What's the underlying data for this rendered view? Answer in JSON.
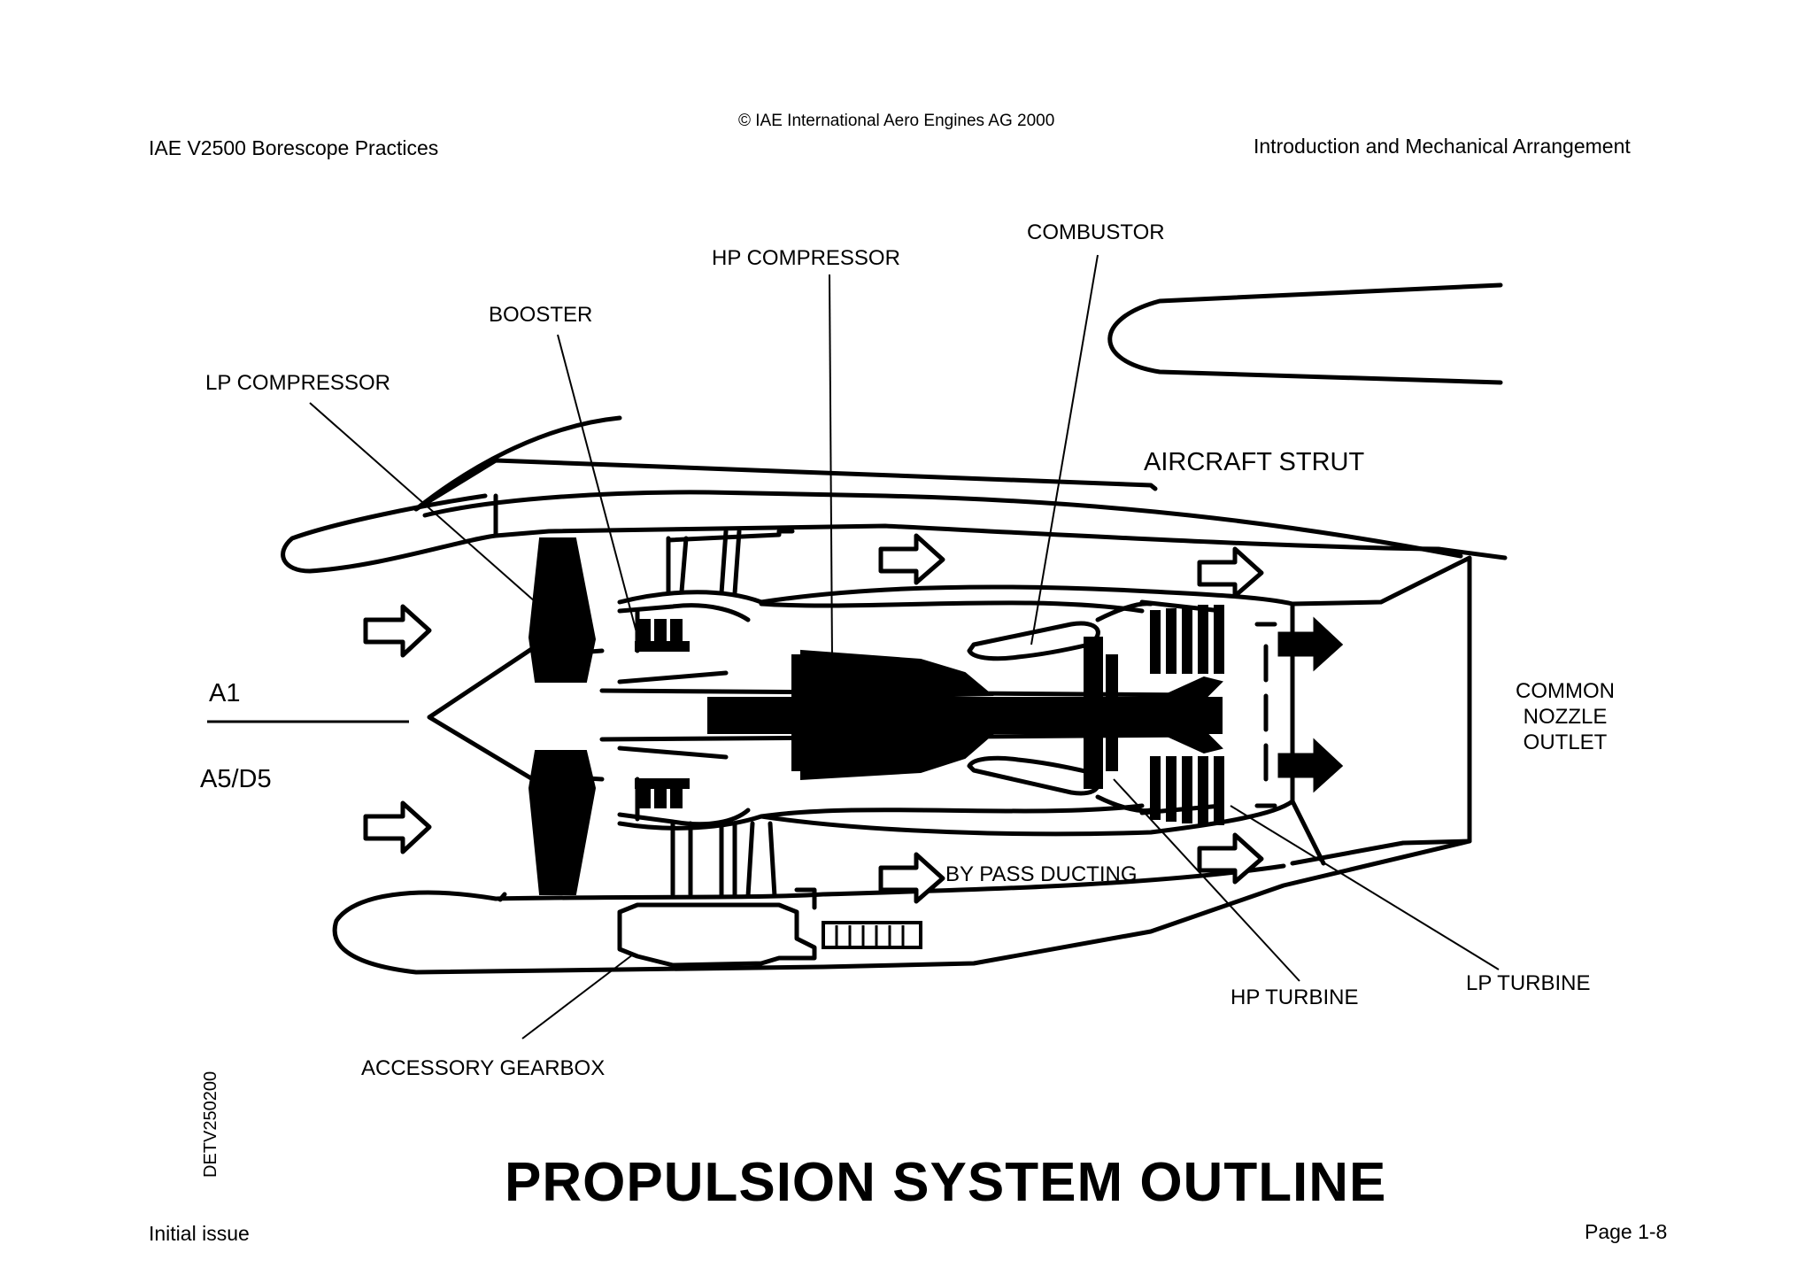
{
  "header": {
    "left": "IAE V2500 Borescope Practices",
    "center": "© IAE International Aero Engines AG 2000",
    "right": "Introduction and Mechanical Arrangement"
  },
  "labels": {
    "combustor": "COMBUSTOR",
    "hp_compressor": "HP COMPRESSOR",
    "booster": "BOOSTER",
    "lp_compressor": "LP COMPRESSOR",
    "aircraft_strut": "AIRCRAFT STRUT",
    "a1": "A1",
    "a5d5": "A5/D5",
    "common_nozzle_outlet": [
      "COMMON",
      "NOZZLE",
      "OUTLET"
    ],
    "by_pass_ducting": "BY PASS DUCTING",
    "hp_turbine": "HP TURBINE",
    "lp_turbine": "LP TURBINE",
    "accessory_gearbox": "ACCESSORY GEARBOX"
  },
  "document_code": "DETV250200",
  "title": "PROPULSION SYSTEM OUTLINE",
  "footer": {
    "left": "Initial issue",
    "right": "Page 1-8"
  }
}
